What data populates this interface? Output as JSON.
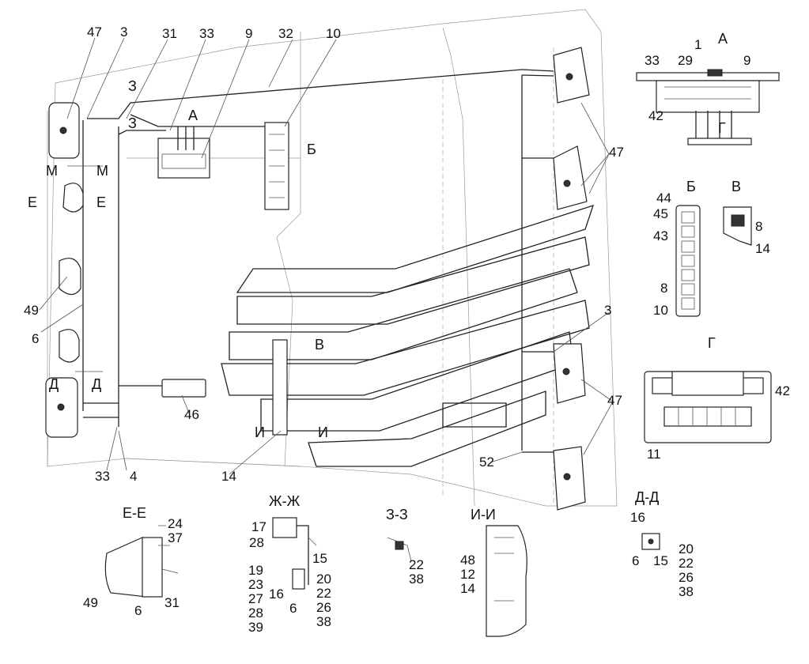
{
  "callouts_main": {
    "c47a": "47",
    "c3a": "3",
    "c31": "31",
    "c33a": "33",
    "c9a": "9",
    "c32": "32",
    "c10a": "10",
    "c47b": "47",
    "c3b": "3",
    "c47c": "47",
    "c52": "52",
    "c49": "49",
    "c6": "6",
    "c33b": "33",
    "c4": "4",
    "c46": "46",
    "c14": "14",
    "m3a": "З",
    "m3b": "З",
    "mMa": "М",
    "mMb": "М",
    "mEa": "Е",
    "mEb": "Е",
    "mDa": "Д",
    "mDb": "Д",
    "mIa": "И",
    "mIb": "И",
    "vA": "А",
    "vB": "Б",
    "vV": "В"
  },
  "view_A": {
    "title": "А",
    "c1": "1",
    "c33": "33",
    "c29": "29",
    "c9": "9",
    "c42": "42",
    "mark": "Г"
  },
  "view_B": {
    "title": "Б",
    "c44": "44",
    "c45": "45",
    "c43": "43",
    "c8": "8",
    "c10": "10"
  },
  "view_V": {
    "title": "В",
    "c8": "8",
    "c14": "14"
  },
  "view_G": {
    "title": "Г",
    "c42": "42",
    "c11": "11"
  },
  "section_EE": {
    "title": "Е-Е",
    "c24": "24",
    "c37": "37",
    "c49": "49",
    "c6": "6",
    "c31": "31"
  },
  "section_ZhZh": {
    "title": "Ж-Ж",
    "c17": "17",
    "c28a": "28",
    "c15": "15",
    "c19": "19",
    "c23": "23",
    "c27": "27",
    "c28b": "28",
    "c39": "39",
    "c16": "16",
    "c6": "6",
    "c20": "20",
    "c22": "22",
    "c26": "26",
    "c38": "38"
  },
  "section_ZZ": {
    "title": "З-З",
    "c22": "22",
    "c38": "38"
  },
  "section_II": {
    "title": "И-И",
    "c48": "48",
    "c12": "12",
    "c14": "14"
  },
  "section_DD": {
    "title": "Д-Д",
    "c16": "16",
    "c6": "6",
    "c15": "15",
    "c20": "20",
    "c22": "22",
    "c26": "26",
    "c38": "38"
  }
}
